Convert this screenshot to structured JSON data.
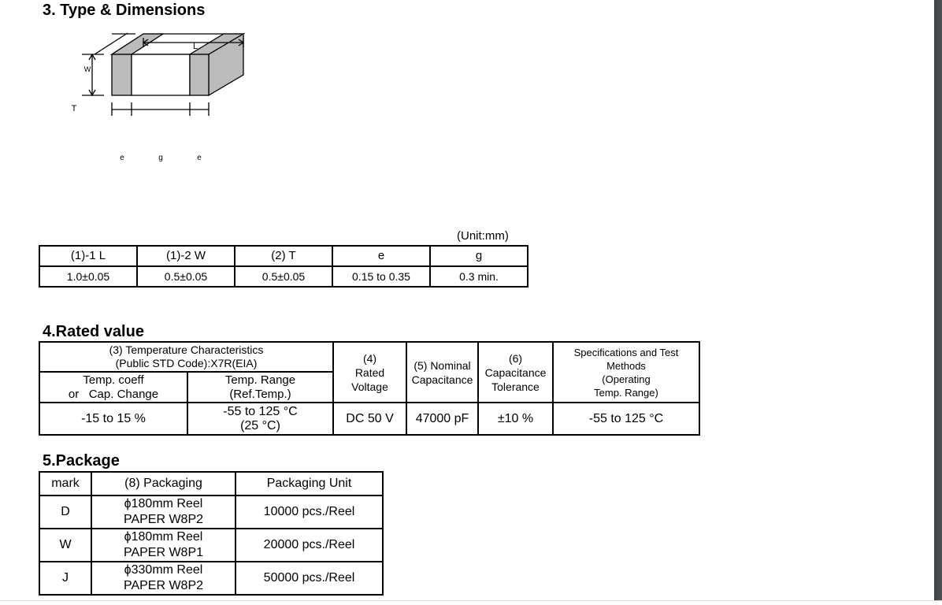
{
  "section3": {
    "title": "3. Type & Dimensions",
    "diagram_labels": {
      "L": "L",
      "W": "W",
      "T": "T",
      "e1": "e",
      "g": "g",
      "e2": "e"
    },
    "unit": "(Unit:mm)",
    "headers": [
      "(1)-1 L",
      "(1)-2 W",
      "(2) T",
      "e",
      "g"
    ],
    "values": [
      "1.0±0.05",
      "0.5±0.05",
      "0.5±0.05",
      "0.15 to 0.35",
      "0.3 min."
    ]
  },
  "section4": {
    "title": "4.Rated value",
    "temp_char_line1": "(3) Temperature Characteristics",
    "temp_char_line2": "(Public STD Code):X7R(EIA)",
    "temp_coeff_line1": "Temp. coeff",
    "temp_coeff_line2": "or   Cap. Change",
    "temp_range_line1": "Temp. Range",
    "temp_range_line2": "(Ref.Temp.)",
    "rated_voltage": [
      "(4)",
      "Rated",
      "Voltage"
    ],
    "nominal_cap": [
      "(5) Nominal",
      "Capacitance"
    ],
    "tolerance": [
      "(6)",
      "Capacitance",
      "Tolerance"
    ],
    "spec": [
      "Specifications and Test",
      "Methods",
      "(Operating",
      "Temp. Range)"
    ],
    "values": {
      "temp_coeff": "-15 to 15 %",
      "temp_range_line1": "-55 to 125 °C",
      "temp_range_line2": "(25 °C)",
      "voltage": "DC 50 V",
      "capacitance": "47000 pF",
      "tolerance": "±10 %",
      "operating_range": "-55 to 125 °C"
    }
  },
  "section5": {
    "title": "5.Package",
    "headers": [
      "mark",
      "(8) Packaging",
      "Packaging Unit"
    ],
    "rows": [
      {
        "mark": "D",
        "pack1": "ϕ180mm Reel",
        "pack2": "PAPER W8P2",
        "unit": "10000 pcs./Reel"
      },
      {
        "mark": "W",
        "pack1": "ϕ180mm Reel",
        "pack2": "PAPER W8P1",
        "unit": "20000 pcs./Reel"
      },
      {
        "mark": "J",
        "pack1": "ϕ330mm Reel",
        "pack2": "PAPER W8P2",
        "unit": "50000 pcs./Reel"
      }
    ]
  }
}
